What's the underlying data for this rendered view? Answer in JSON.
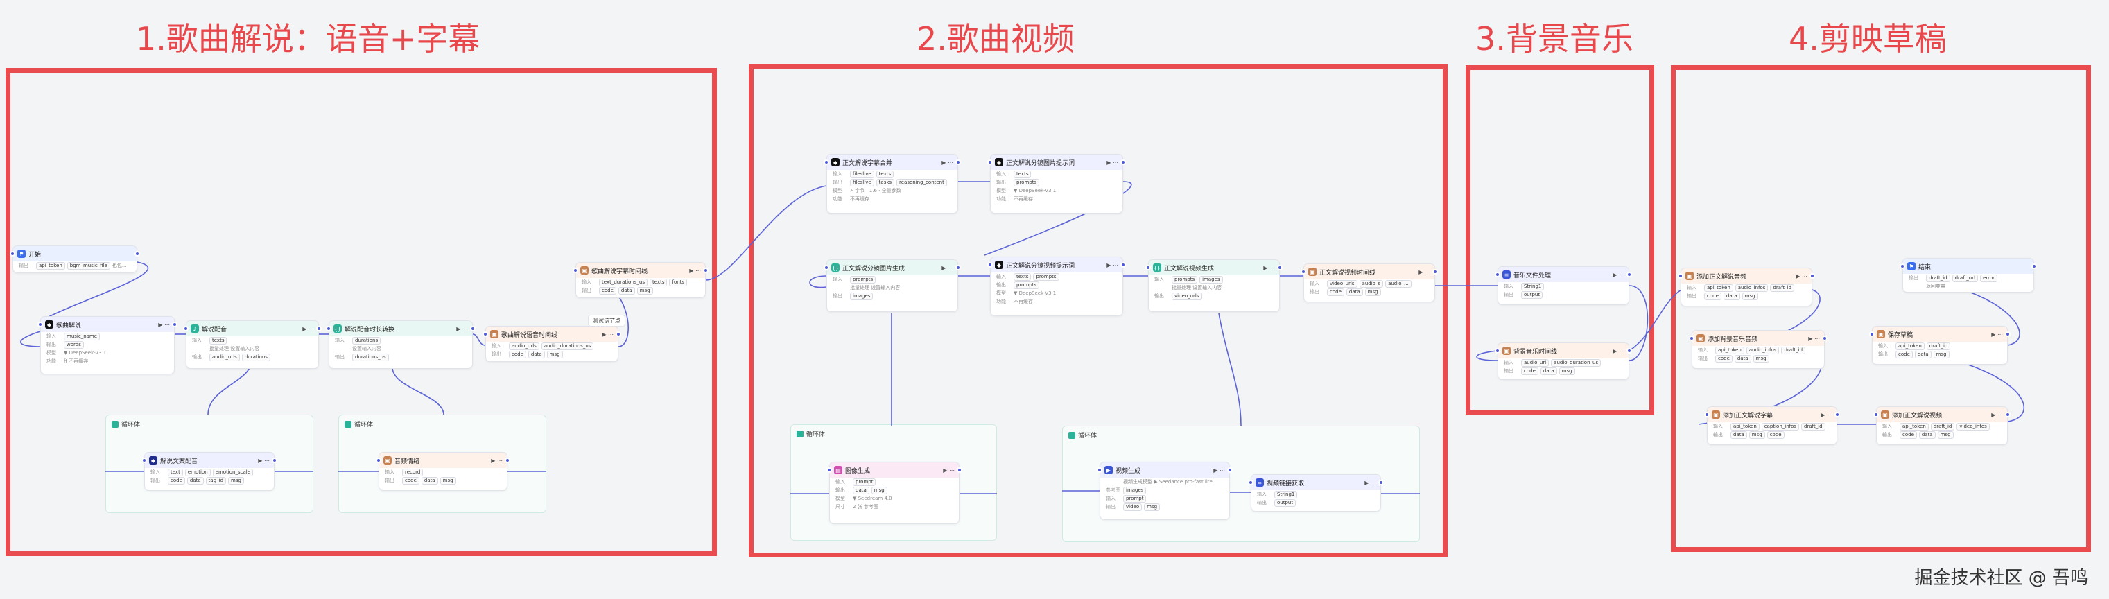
{
  "stages": [
    {
      "title": "1.歌曲解说：语音+字幕"
    },
    {
      "title": "2.歌曲视频"
    },
    {
      "title": "3.背景音乐"
    },
    {
      "title": "4.剪映草稿"
    }
  ],
  "nodes": [
    {
      "id": "start",
      "title": "开始",
      "head_color": "#e9f0ff",
      "icon": "flag-icon",
      "icon_color": "#3a6df0",
      "ctl": "",
      "rows": [
        {
          "label": "输出",
          "chips": [
            "api_token",
            "bgm_music_file"
          ],
          "plain": "也包..."
        }
      ]
    },
    {
      "id": "song_explain",
      "title": "歌曲解说",
      "head_color": "#eef0ff",
      "icon": "llm-icon",
      "icon_color": "#111111",
      "ctl": "▶ ⋯",
      "rows": [
        {
          "label": "输入",
          "chips": [
            "music_name"
          ]
        },
        {
          "label": "输出",
          "chips": [
            "words"
          ]
        },
        {
          "label": "模型",
          "plain": "▼ DeepSeek-V3.1"
        },
        {
          "label": "功能",
          "plain": "ft 不再缓存"
        }
      ]
    },
    {
      "id": "explain_dub",
      "title": "解说配音",
      "head_color": "#e8f7f3",
      "icon": "audio-icon",
      "icon_color": "#2bb39a",
      "ctl": "▶ ⋯",
      "rows": [
        {
          "label": "输入",
          "chips": [
            "texts"
          ]
        },
        {
          "label": "",
          "plain": "批量处理 设置输入内容"
        },
        {
          "label": "输出",
          "chips": [
            "audio_urls",
            "durations"
          ]
        }
      ]
    },
    {
      "id": "dub_time",
      "title": "解说配音时长转换",
      "head_color": "#e8f7f3",
      "icon": "code-icon",
      "icon_color": "#2bb39a",
      "ctl": "▶ ⋯",
      "rows": [
        {
          "label": "输入",
          "chips": [
            "durations"
          ]
        },
        {
          "label": "",
          "plain": "设置输入内容"
        },
        {
          "label": "输出",
          "chips": [
            "durations_us"
          ]
        }
      ]
    },
    {
      "id": "dub_timeline",
      "title": "歌曲解说语音时间线",
      "head_color": "#fdf1ea",
      "icon": "plugin-icon",
      "icon_color": "#c7804f",
      "ctl": "▶ ⋯",
      "rows": [
        {
          "label": "输入",
          "chips": [
            "audio_urls",
            "audio_durations_us"
          ]
        },
        {
          "label": "输出",
          "chips": [
            "code",
            "data",
            "msg"
          ]
        }
      ]
    },
    {
      "id": "sub_timeline",
      "title": "歌曲解说字幕时间线",
      "head_color": "#fdf1ea",
      "icon": "plugin-icon",
      "icon_color": "#c7804f",
      "ctl": "▶ ⋯",
      "rows": [
        {
          "label": "输入",
          "chips": [
            "text_durations_us",
            "texts",
            "fonts"
          ]
        },
        {
          "label": "输出",
          "chips": [
            "code",
            "data",
            "msg"
          ]
        }
      ]
    },
    {
      "id": "dub_text_split",
      "title": "解说文案配音",
      "head_color": "#eef0ff",
      "icon": "llm-icon",
      "icon_color": "#1f2c8a",
      "ctl": "▶ ⋯",
      "rows": [
        {
          "label": "输入",
          "chips": [
            "text",
            "emotion",
            "emotion_scale"
          ]
        },
        {
          "label": "输出",
          "chips": [
            "code",
            "data",
            "tag_id",
            "msg"
          ]
        }
      ]
    },
    {
      "id": "emotion_judge",
      "title": "音频情绪",
      "head_color": "#fdf1ea",
      "icon": "plugin-icon",
      "icon_color": "#c7804f",
      "ctl": "▶ ⋯",
      "rows": [
        {
          "label": "输入",
          "chips": [
            "record"
          ]
        },
        {
          "label": "输出",
          "chips": [
            "code",
            "data",
            "msg"
          ]
        }
      ]
    },
    {
      "id": "main_sub",
      "title": "正文解说字幕合并",
      "head_color": "#eef0ff",
      "icon": "llm-icon",
      "icon_color": "#111111",
      "ctl": "▶ ⋯",
      "rows": [
        {
          "label": "输入",
          "chips": [
            "fileslive",
            "texts"
          ]
        },
        {
          "label": "输出",
          "chips": [
            "fileslive",
            "tasks",
            "reasoning_content"
          ]
        },
        {
          "label": "模型",
          "plain": "⚡ 字节 · 1.6 · 全量参数"
        },
        {
          "label": "功能",
          "plain": "不再缓存"
        }
      ]
    },
    {
      "id": "shot_img_prompt",
      "title": "正文解说分镜图片提示词",
      "head_color": "#eef0ff",
      "icon": "llm-icon",
      "icon_color": "#111111",
      "ctl": "▶ ⋯",
      "rows": [
        {
          "label": "输入",
          "chips": [
            "texts"
          ]
        },
        {
          "label": "输出",
          "chips": [
            "prompts"
          ]
        },
        {
          "label": "模型",
          "plain": "▼ DeepSeek-V3.1"
        },
        {
          "label": "功能",
          "plain": "不再缓存"
        }
      ]
    },
    {
      "id": "shot_img_gen",
      "title": "正文解说分镜图片生成",
      "head_color": "#e8f7f3",
      "icon": "code-icon",
      "icon_color": "#2bb39a",
      "ctl": "▶ ⋯",
      "rows": [
        {
          "label": "输入",
          "chips": [
            "prompts"
          ]
        },
        {
          "label": "",
          "plain": "批量处理 设置输入内容"
        },
        {
          "label": "输出",
          "chips": [
            "images"
          ]
        }
      ]
    },
    {
      "id": "shot_video_prompt",
      "title": "正文解说分镜视频提示词",
      "head_color": "#eef0ff",
      "icon": "llm-icon",
      "icon_color": "#111111",
      "ctl": "▶ ⋯",
      "rows": [
        {
          "label": "输入",
          "chips": [
            "texts",
            "prompts"
          ]
        },
        {
          "label": "输出",
          "chips": [
            "prompts"
          ]
        },
        {
          "label": "模型",
          "plain": "▼ DeepSeek-V3.1"
        },
        {
          "label": "功能",
          "plain": "不再缓存"
        }
      ]
    },
    {
      "id": "video_gen",
      "title": "正文解说视频生成",
      "head_color": "#e8f7f3",
      "icon": "code-icon",
      "icon_color": "#2bb39a",
      "ctl": "▶ ⋯",
      "rows": [
        {
          "label": "输入",
          "chips": [
            "prompts",
            "images"
          ]
        },
        {
          "label": "",
          "plain": "批量处理 设置输入内容"
        },
        {
          "label": "输出",
          "chips": [
            "video_urls"
          ]
        }
      ]
    },
    {
      "id": "video_timeline",
      "title": "正文解说视频时间线",
      "head_color": "#fdf1ea",
      "icon": "plugin-icon",
      "icon_color": "#c7804f",
      "ctl": "▶ ⋯",
      "rows": [
        {
          "label": "输入",
          "chips": [
            "video_urls",
            "audio_s",
            "audio_..."
          ]
        },
        {
          "label": "输出",
          "chips": [
            "code",
            "data",
            "msg"
          ]
        }
      ]
    },
    {
      "id": "image_gen",
      "title": "图像生成",
      "head_color": "#fbeaf6",
      "icon": "image-icon",
      "icon_color": "#d04fb0",
      "ctl": "▶ ⋯",
      "rows": [
        {
          "label": "输入",
          "chips": [
            "prompt"
          ]
        },
        {
          "label": "输出",
          "chips": [
            "data",
            "msg"
          ]
        },
        {
          "label": "模型",
          "plain": "▼ Seedream 4.0"
        },
        {
          "label": "尺寸",
          "plain": "2 张 参考图"
        }
      ]
    },
    {
      "id": "video_gen_inner",
      "title": "视频生成",
      "head_color": "#eef0ff",
      "icon": "video-icon",
      "icon_color": "#3a55d6",
      "ctl": "▶ ⋯",
      "rows": [
        {
          "label": "",
          "plain": "视频生成模型 ▶ Seedance pro-fast lite"
        },
        {
          "label": "参考图",
          "chips": [
            "images"
          ]
        },
        {
          "label": "输入",
          "chips": [
            "prompt"
          ]
        },
        {
          "label": "输出",
          "chips": [
            "video",
            "msg"
          ]
        }
      ]
    },
    {
      "id": "video_link",
      "title": "视频链接获取",
      "head_color": "#eef0ff",
      "icon": "link-icon",
      "icon_color": "#3a55d6",
      "ctl": "▶ ⋯",
      "rows": [
        {
          "label": "输入",
          "chips": [
            "String1"
          ]
        },
        {
          "label": "输出",
          "chips": [
            "output"
          ]
        }
      ]
    },
    {
      "id": "file_proc",
      "title": "音乐文件处理",
      "head_color": "#eef0ff",
      "icon": "file-icon",
      "icon_color": "#3a55d6",
      "ctl": "▶ ⋯",
      "rows": [
        {
          "label": "输入",
          "chips": [
            "String1"
          ]
        },
        {
          "label": "输出",
          "chips": [
            "output"
          ]
        }
      ]
    },
    {
      "id": "bgm_timeline",
      "title": "背景音乐时间线",
      "head_color": "#fdf1ea",
      "icon": "plugin-icon",
      "icon_color": "#c7804f",
      "ctl": "▶ ⋯",
      "rows": [
        {
          "label": "输入",
          "chips": [
            "audio_url",
            "audio_duration_us"
          ]
        },
        {
          "label": "输出",
          "chips": [
            "code",
            "data",
            "msg"
          ]
        }
      ]
    },
    {
      "id": "add_explain_audio",
      "title": "添加正文解说音频",
      "head_color": "#fdf1ea",
      "icon": "plugin-icon",
      "icon_color": "#c7804f",
      "ctl": "▶ ⋯",
      "rows": [
        {
          "label": "输入",
          "chips": [
            "api_token",
            "audio_infos",
            "draft_id"
          ]
        },
        {
          "label": "输出",
          "chips": [
            "code",
            "data",
            "msg"
          ]
        }
      ]
    },
    {
      "id": "add_bgm",
      "title": "添加背景音乐音频",
      "head_color": "#fdf1ea",
      "icon": "plugin-icon",
      "icon_color": "#c7804f",
      "ctl": "▶ ⋯",
      "rows": [
        {
          "label": "输入",
          "chips": [
            "api_token",
            "audio_infos",
            "draft_id"
          ]
        },
        {
          "label": "输出",
          "chips": [
            "code",
            "data",
            "msg"
          ]
        }
      ]
    },
    {
      "id": "add_sub",
      "title": "添加正文解说字幕",
      "head_color": "#fdf1ea",
      "icon": "plugin-icon",
      "icon_color": "#c7804f",
      "ctl": "▶ ⋯",
      "rows": [
        {
          "label": "输入",
          "chips": [
            "api_token",
            "caption_infos",
            "draft_id"
          ]
        },
        {
          "label": "输出",
          "chips": [
            "data",
            "msg",
            "code"
          ]
        }
      ]
    },
    {
      "id": "add_video",
      "title": "添加正文解说视频",
      "head_color": "#fdf1ea",
      "icon": "plugin-icon",
      "icon_color": "#c7804f",
      "ctl": "▶ ⋯",
      "rows": [
        {
          "label": "输入",
          "chips": [
            "api_token",
            "draft_id",
            "video_infos"
          ]
        },
        {
          "label": "输出",
          "chips": [
            "code",
            "data",
            "msg"
          ]
        }
      ]
    },
    {
      "id": "save_draft",
      "title": "保存草稿",
      "head_color": "#fdf1ea",
      "icon": "plugin-icon",
      "icon_color": "#c7804f",
      "ctl": "▶ ⋯",
      "rows": [
        {
          "label": "输入",
          "chips": [
            "api_token",
            "draft_id"
          ]
        },
        {
          "label": "输出",
          "chips": [
            "code",
            "data",
            "msg"
          ]
        }
      ]
    },
    {
      "id": "end",
      "title": "结束",
      "head_color": "#e9f0ff",
      "icon": "flag-icon",
      "icon_color": "#3a6df0",
      "ctl": "",
      "rows": [
        {
          "label": "输出",
          "chips": [
            "draft_id",
            "draft_url",
            "error"
          ]
        },
        {
          "label": "",
          "plain": "返回变量"
        }
      ]
    }
  ],
  "loops": [
    {
      "id": "loop1",
      "label": "循环体"
    },
    {
      "id": "loop2",
      "label": "循环体"
    },
    {
      "id": "loop3",
      "label": "循环体"
    },
    {
      "id": "loop4",
      "label": "循环体"
    }
  ],
  "test_label": "测试该节点",
  "watermark": "掘金技术社区 @ 吾鸣"
}
